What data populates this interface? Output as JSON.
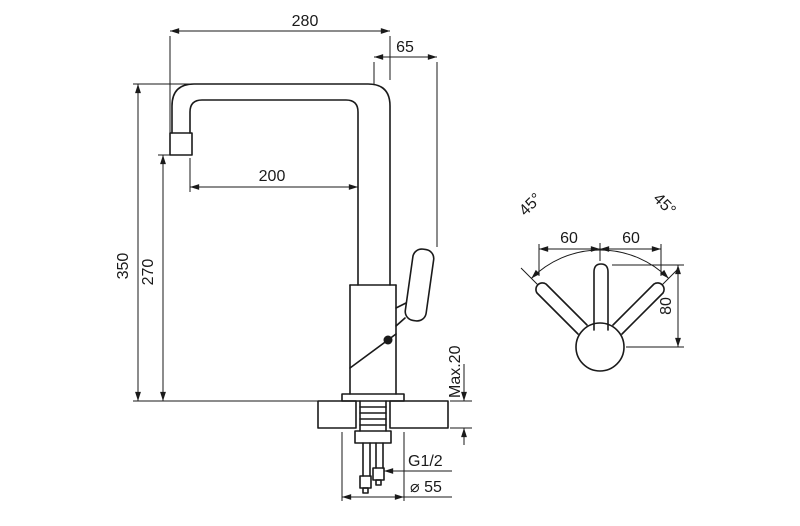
{
  "main_view": {
    "overall_width": "280",
    "handle_offset": "65",
    "spout_reach": "200",
    "overall_height": "350",
    "spout_height": "270",
    "deck_thickness": "Max.20",
    "thread": "G1/2",
    "base_diameter": "⌀ 55"
  },
  "handle_view": {
    "swing_left": "45°",
    "swing_right": "45°",
    "offset_left": "60",
    "offset_right": "60",
    "handle_height": "80"
  },
  "colors": {
    "line": "#1a1a1a",
    "background": "#ffffff"
  }
}
